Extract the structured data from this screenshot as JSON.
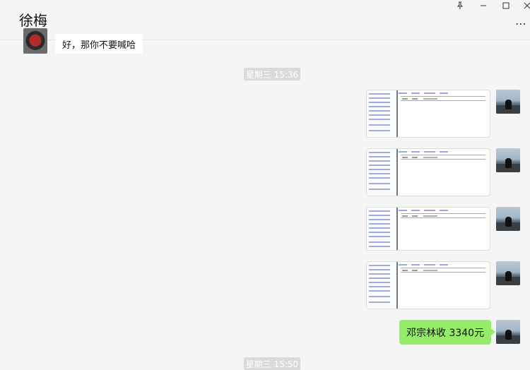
{
  "header": {
    "title": "徐梅",
    "pin_icon": "pin-icon",
    "minimize_icon": "minimize-icon",
    "maximize_icon": "maximize-icon",
    "close_icon": "close-icon",
    "more_icon": "more-icon"
  },
  "messages": {
    "incoming_text": "好，那你不要喊哈",
    "timestamp_1": "星期三 15:36",
    "outgoing_text": "邓宗林收 3340元",
    "timestamp_2": "星期三 15:50"
  },
  "colors": {
    "bubble_green": "#95ec69",
    "background": "#f5f5f5",
    "timestamp_bg": "#dadada"
  }
}
